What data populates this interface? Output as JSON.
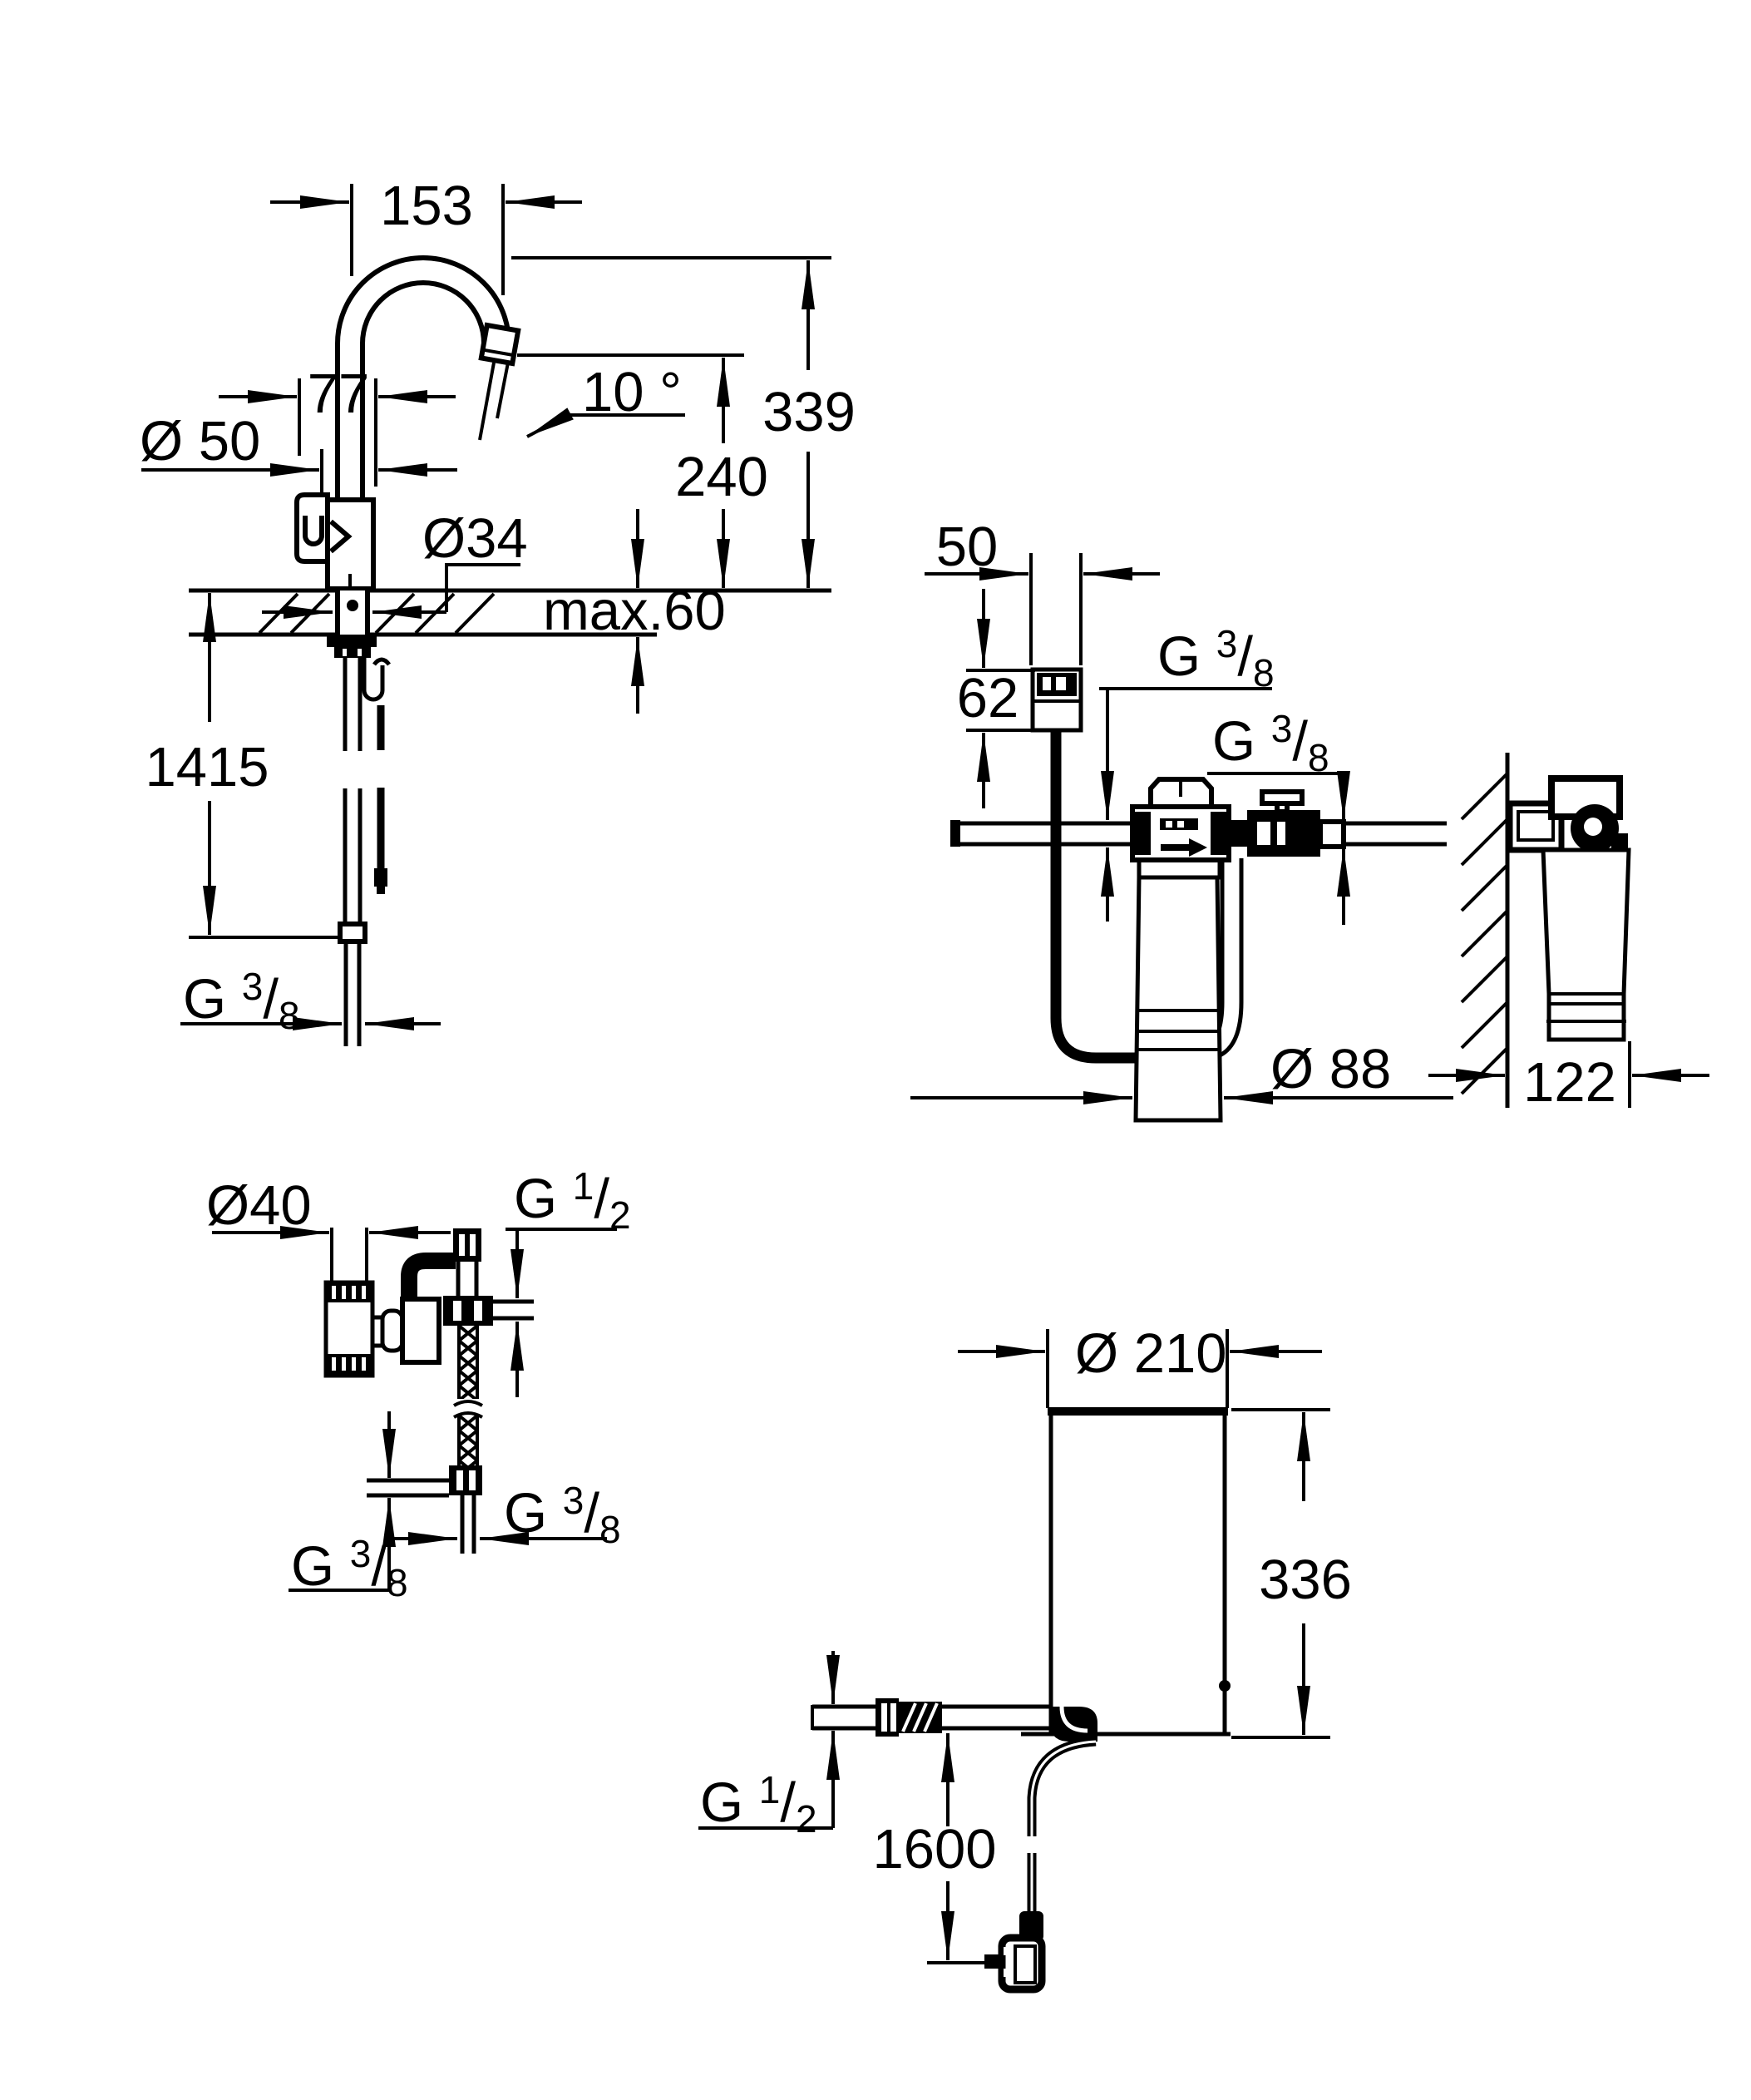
{
  "drawing": {
    "faucet": {
      "reach": "153",
      "body_depth": "77",
      "base_diameter": "Ø 50",
      "spout_angle": "10 °",
      "outlet_height": "240",
      "total_height": "339",
      "hole_diameter": "Ø34",
      "counter_thickness": "max.60",
      "hose_length": "1415",
      "connection_thread": "G 3/8"
    },
    "filter": {
      "head_width": "50",
      "head_height": "62",
      "inlet_thread": "G 3/8",
      "outlet_thread": "G 3/8",
      "cartridge_diameter": "Ø 88",
      "wall_offset": "122"
    },
    "valve": {
      "body_diameter": "Ø40",
      "top_thread": "G 1/2",
      "branch_thread": "G 3/8",
      "supply_thread": "G 3/8"
    },
    "boiler": {
      "diameter": "Ø 210",
      "height": "336",
      "hose_thread": "G 1/2",
      "cable_length": "1600"
    }
  }
}
